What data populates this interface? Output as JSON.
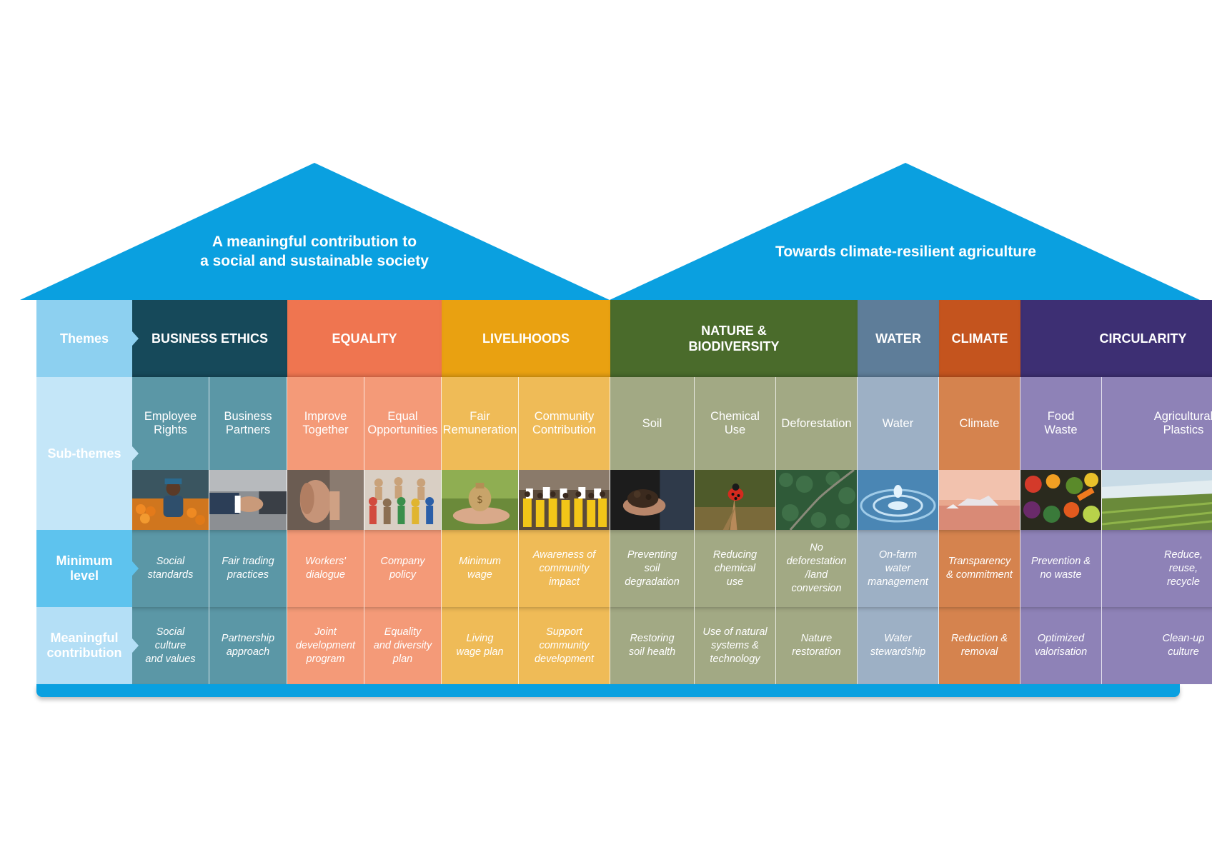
{
  "roofs": {
    "left_title": "A meaningful contribution to\na social and sustainable society",
    "right_title": "Towards climate-resilient agriculture",
    "color": "#0aa0e0"
  },
  "row_labels": {
    "themes": "Themes",
    "sub_themes": "Sub-themes",
    "minimum_level": "Minimum\nlevel",
    "meaningful_contribution": "Meaningful\ncontribution"
  },
  "themes": [
    {
      "name": "BUSINESS ETHICS",
      "color": "#16495a"
    },
    {
      "name": "EQUALITY",
      "color": "#ef7550"
    },
    {
      "name": "LIVELIHOODS",
      "color": "#e9a111"
    },
    {
      "name": "NATURE &\nBIODIVERSITY",
      "color": "#4a6b2b"
    },
    {
      "name": "WATER",
      "color": "#5e7d99"
    },
    {
      "name": "CLIMATE",
      "color": "#c4541e"
    },
    {
      "name": "CIRCULARITY",
      "color": "#3d2f73"
    }
  ],
  "sub_themes": [
    {
      "name": "Employee\nRights",
      "image": "market-worker-photo",
      "minimum": "Social\nstandards",
      "meaningful": "Social\nculture\nand values",
      "color": "#5b97a6"
    },
    {
      "name": "Business\nPartners",
      "image": "handshake-photo",
      "minimum": "Fair trading\npractices",
      "meaningful": "Partnership\napproach",
      "color": "#5b97a6"
    },
    {
      "name": "Improve\nTogether",
      "image": "listening-photo",
      "minimum": "Workers'\ndialogue",
      "meaningful": "Joint\ndevelopment\nprogram",
      "color": "#f49a78"
    },
    {
      "name": "Equal\nOpportunities",
      "image": "wooden-figures-photo",
      "minimum": "Company\npolicy",
      "meaningful": "Equality\nand diversity\nplan",
      "color": "#f49a78"
    },
    {
      "name": "Fair\nRemuneration",
      "image": "money-bag-photo",
      "minimum": "Minimum\nwage",
      "meaningful": "Living\nwage plan",
      "color": "#efbb57"
    },
    {
      "name": "Community\nContribution",
      "image": "community-group-photo",
      "minimum": "Awareness of\ncommunity\nimpact",
      "meaningful": "Support\ncommunity\ndevelopment",
      "color": "#efbb57"
    },
    {
      "name": "Soil",
      "image": "soil-hands-photo",
      "minimum": "Preventing\nsoil\ndegradation",
      "meaningful": "Restoring\nsoil health",
      "color": "#a2a984"
    },
    {
      "name": "Chemical\nUse",
      "image": "ladybug-photo",
      "minimum": "Reducing\nchemical\nuse",
      "meaningful": "Use of natural\nsystems &\ntechnology",
      "color": "#a2a984"
    },
    {
      "name": "Deforestation",
      "image": "forest-aerial-photo",
      "minimum": "No\ndeforestation\n/land\nconversion",
      "meaningful": "Nature\nrestoration",
      "color": "#a2a984"
    },
    {
      "name": "Water",
      "image": "water-drop-photo",
      "minimum": "On-farm\nwater\nmanagement",
      "meaningful": "Water\nstewardship",
      "color": "#9db0c5"
    },
    {
      "name": "Climate",
      "image": "iceberg-photo",
      "minimum": "Transparency\n& commitment",
      "meaningful": "Reduction &\nremoval",
      "color": "#d5834e"
    },
    {
      "name": "Food\nWaste",
      "image": "vegetables-photo",
      "minimum": "Prevention &\nno waste",
      "meaningful": "Optimized\nvalorisation",
      "color": "#8e82b7"
    },
    {
      "name": "Agricultural\nPlastics",
      "image": "greenhouse-field-photo",
      "minimum": "Reduce,\nreuse,\nrecycle",
      "meaningful": "Clean-up\nculture",
      "color": "#8e82b7"
    }
  ]
}
